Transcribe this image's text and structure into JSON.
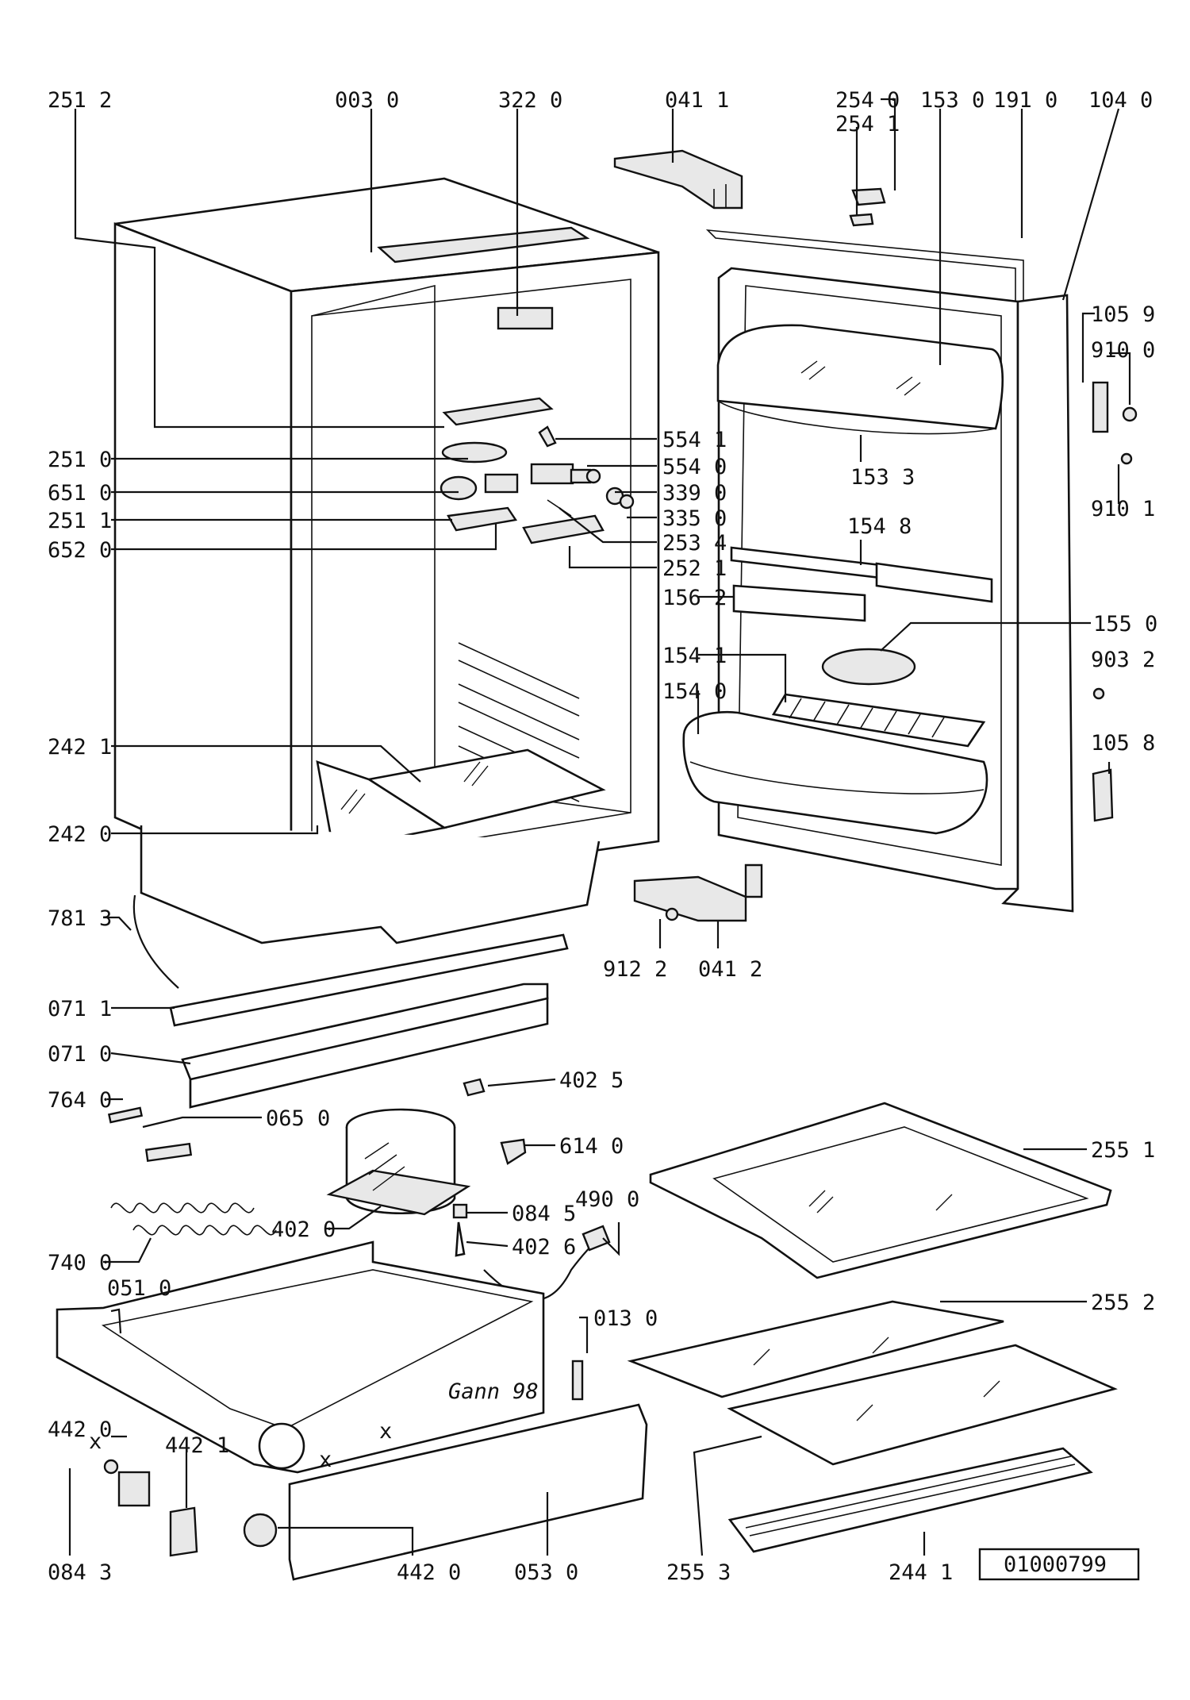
{
  "drawing_number": "01000799",
  "signature": "Gann 98",
  "cross_marks": [
    "x",
    "x",
    "x"
  ],
  "parts": {
    "p2512": "251 2",
    "p0030": "003 0",
    "p3220": "322 0",
    "p0411": "041 1",
    "p2540": "254 0",
    "p2541": "254 1",
    "p1530": "153 0",
    "p1910": "191 0",
    "p1040": "104 0",
    "p1059": "105 9",
    "p9100": "910 0",
    "p9101": "910 1",
    "p2510": "251 0",
    "p6510": "651 0",
    "p2511": "251 1",
    "p6520": "652 0",
    "p5541": "554 1",
    "p5540": "554 0",
    "p3390": "339 0",
    "p3350": "335 0",
    "p2534": "253 4",
    "p2521": "252 1",
    "p1533": "153 3",
    "p1548": "154 8",
    "p1562": "156 2",
    "p1550": "155 0",
    "p1541": "154 1",
    "p9032": "903 2",
    "p1540": "154 0",
    "p1058": "105 8",
    "p2421": "242 1",
    "p2420": "242 0",
    "p7813": "781 3",
    "p9122": "912 2",
    "p0412": "041 2",
    "p0711": "071 1",
    "p0710": "071 0",
    "p4025": "402 5",
    "p7640": "764 0",
    "p0650": "065 0",
    "p6140": "614 0",
    "p2551": "255 1",
    "p0845": "084 5",
    "p4900": "490 0",
    "p4020": "402 0",
    "p4026": "402 6",
    "p7400": "740 0",
    "p0510": "051 0",
    "p0130": "013 0",
    "p2552": "255 2",
    "p4420a": "442 0",
    "p4421": "442 1",
    "p2553": "255 3",
    "p0843": "084 3",
    "p4420b": "442 0",
    "p0530": "053 0",
    "p2441": "244 1"
  }
}
